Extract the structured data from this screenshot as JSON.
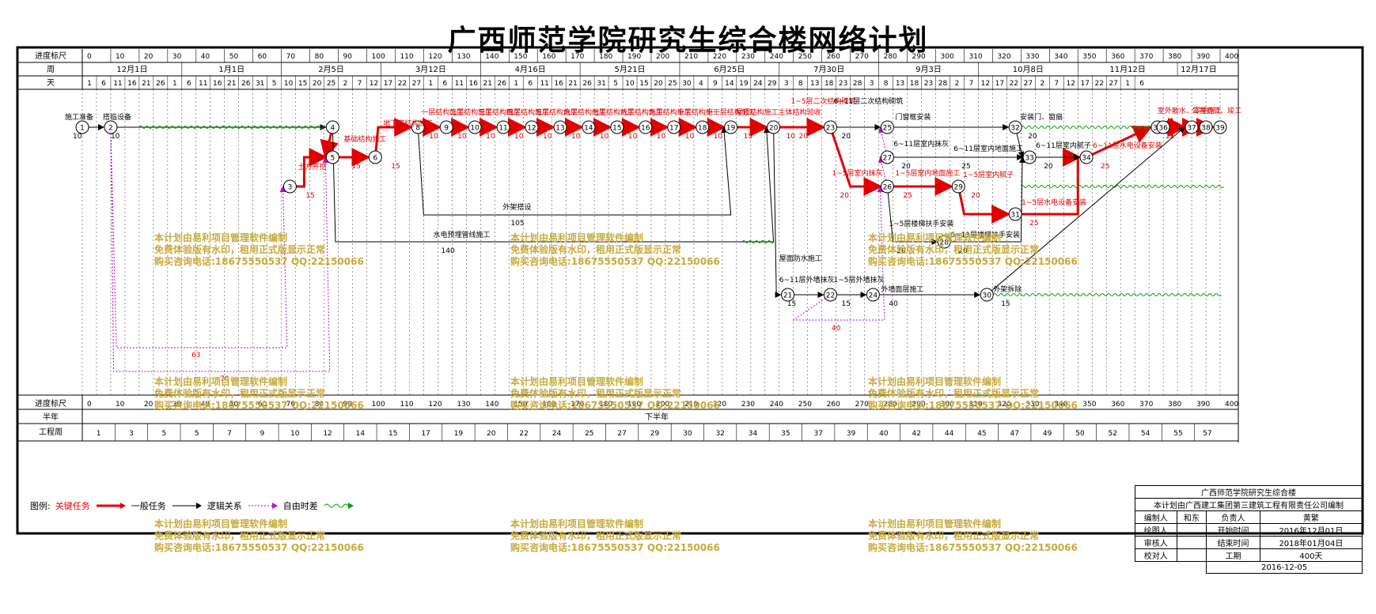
{
  "title": "广西师范学院研究生综合楼网络计划",
  "header": {
    "scale_label": "进度标尺",
    "week_label": "周",
    "day_label": "天",
    "half_label": "半年",
    "project_week_label": "工程周",
    "scale_ticks": [
      "0",
      "10",
      "20",
      "30",
      "40",
      "50",
      "60",
      "70",
      "80",
      "90",
      "100",
      "110",
      "120",
      "130",
      "140",
      "150",
      "160",
      "170",
      "180",
      "190",
      "200",
      "210",
      "220",
      "230",
      "240",
      "250",
      "260",
      "270",
      "280",
      "290",
      "300",
      "310",
      "320",
      "330",
      "340",
      "350",
      "360",
      "370",
      "380",
      "390",
      "400"
    ],
    "weeks": [
      "12月1日",
      "1月1日",
      "2月5日",
      "3月12日",
      "4月16日",
      "5月21日",
      "6月25日",
      "7月30日",
      "9月3日",
      "10月8日",
      "11月12日",
      "12月17日"
    ],
    "days": [
      "1",
      "6",
      "11",
      "16",
      "21",
      "26",
      "1",
      "6",
      "11",
      "16",
      "21",
      "26",
      "31",
      "5",
      "10",
      "15",
      "20",
      "25",
      "2",
      "7",
      "12",
      "17",
      "22",
      "27",
      "1",
      "6",
      "11",
      "16",
      "21",
      "26",
      "1",
      "6",
      "11",
      "16",
      "21",
      "26",
      "31",
      "5",
      "10",
      "15",
      "20",
      "25",
      "30",
      "4",
      "9",
      "14",
      "19",
      "24",
      "29",
      "3",
      "8",
      "13",
      "18",
      "23",
      "28",
      "3",
      "8",
      "13",
      "18",
      "23",
      "28",
      "2",
      "7",
      "12",
      "17",
      "22",
      "27",
      "2",
      "7",
      "12",
      "17",
      "22",
      "27",
      "1",
      "6"
    ],
    "half_year": "下半年",
    "project_weeks": [
      "1",
      "3",
      "5",
      "5",
      "7",
      "9",
      "10",
      "12",
      "14",
      "15",
      "17",
      "19",
      "20",
      "22",
      "24",
      "25",
      "27",
      "29",
      "30",
      "32",
      "34",
      "35",
      "37",
      "39",
      "40",
      "42",
      "44",
      "45",
      "47",
      "49",
      "50",
      "52",
      "54",
      "55",
      "57"
    ]
  },
  "tasks": [
    {
      "label": "施工准备",
      "dur": "10"
    },
    {
      "label": "搭临设备",
      "dur": "10"
    },
    {
      "label": "土方开挖",
      "dur": "15"
    },
    {
      "label": "基础结构施工",
      "dur": "15"
    },
    {
      "label": "地下室结构施工",
      "dur": "15"
    },
    {
      "label": "一层结构施工",
      "dur": "10"
    },
    {
      "label": "二层结构施工",
      "dur": "10"
    },
    {
      "label": "三层结构施工",
      "dur": "10"
    },
    {
      "label": "四层结构施工",
      "dur": "10"
    },
    {
      "label": "五层结构施工",
      "dur": "10"
    },
    {
      "label": "六层结构施工",
      "dur": "10"
    },
    {
      "label": "七层结构施工",
      "dur": "10"
    },
    {
      "label": "八层结构施工",
      "dur": "10"
    },
    {
      "label": "九层结构施工",
      "dur": "10"
    },
    {
      "label": "十层结构施工",
      "dur": "10"
    },
    {
      "label": "十一层结构施工",
      "dur": "10"
    },
    {
      "label": "屋顶结构施工",
      "dur": "15"
    },
    {
      "label": "主体结构验收",
      "dur": "10"
    },
    {
      "label": "1~5层二次结构砌筑",
      "dur": "20"
    },
    {
      "label": "6~11层二次结构砌筑",
      "dur": "20"
    },
    {
      "label": "门窗框安装",
      "dur": ""
    },
    {
      "label": "6~11层室内抹灰",
      "dur": "20"
    },
    {
      "label": "1~5层室内抹灰",
      "dur": "20"
    },
    {
      "label": "1~5层室内地面施工",
      "dur": "25"
    },
    {
      "label": "6~11层室内地面施工",
      "dur": "25"
    },
    {
      "label": "安装门、窗扇",
      "dur": "20"
    },
    {
      "label": "6~11层室内腻子",
      "dur": "20"
    },
    {
      "label": "1~5层室内腻子",
      "dur": "20"
    },
    {
      "label": "1~5层水电设备安装",
      "dur": "25"
    },
    {
      "label": "6~11层水电设备安装",
      "dur": "25"
    },
    {
      "label": "外架搭设",
      "dur": "105"
    },
    {
      "label": "水电预埋管线施工",
      "dur": "140"
    },
    {
      "label": "1~5层楼梯扶手安装",
      "dur": "20"
    },
    {
      "label": "6~11层楼梯扶手安装",
      "dur": "20"
    },
    {
      "label": "屋面防水施工",
      "dur": ""
    },
    {
      "label": "6~11层外墙抹灰",
      "dur": "15"
    },
    {
      "label": "1~5层外墙抹灰",
      "dur": "15"
    },
    {
      "label": "外墙面层施工",
      "dur": "40"
    },
    {
      "label": "外架拆除",
      "dur": "15"
    },
    {
      "label": "室外散水、零星施工",
      "dur": "12"
    },
    {
      "label": "公司初验、竣工",
      "dur": ""
    }
  ],
  "float_labels": [
    "63",
    "70",
    "40"
  ],
  "nodes": [
    "1",
    "2",
    "3",
    "4",
    "5",
    "6",
    "8",
    "9",
    "10",
    "11",
    "12",
    "13",
    "14",
    "15",
    "16",
    "17",
    "18",
    "19",
    "20",
    "21",
    "22",
    "23",
    "24",
    "25",
    "26",
    "27",
    "28",
    "29",
    "30",
    "31",
    "32",
    "33",
    "34",
    "35",
    "36",
    "37",
    "38",
    "39"
  ],
  "legend": {
    "label": "图例:",
    "critical": "关键任务",
    "normal": "一般任务",
    "logic": "逻辑关系",
    "free": "自由时差"
  },
  "info": {
    "project": "广西师范学院研究生综合楼",
    "org": "本计划由广西建工集团第三建筑工程有限责任公司编制",
    "compiler_label": "编制人",
    "compiler": "和东",
    "manager_label": "负责人",
    "manager": "黄繁",
    "drawer_label": "绘图人",
    "start_label": "开始时间",
    "start": "2016年12月01日",
    "checker_label": "审核人",
    "end_label": "结束时间",
    "end": "2018年01月04日",
    "proof_label": "校对人",
    "duration_label": "工期",
    "duration": "400天",
    "date": "2016-12-05"
  },
  "watermark": {
    "line1": "本计划由易利项目管理软件编制",
    "line2": "免费体验版有水印，租用正式版显示正常",
    "line3": "购买咨询电话:18675550537 QQ:22150066"
  },
  "colors": {
    "critical": "#e00000",
    "normal": "#000000",
    "logic": "#cc00cc",
    "free": "#00a000",
    "watermark": "#c8aa3c"
  }
}
